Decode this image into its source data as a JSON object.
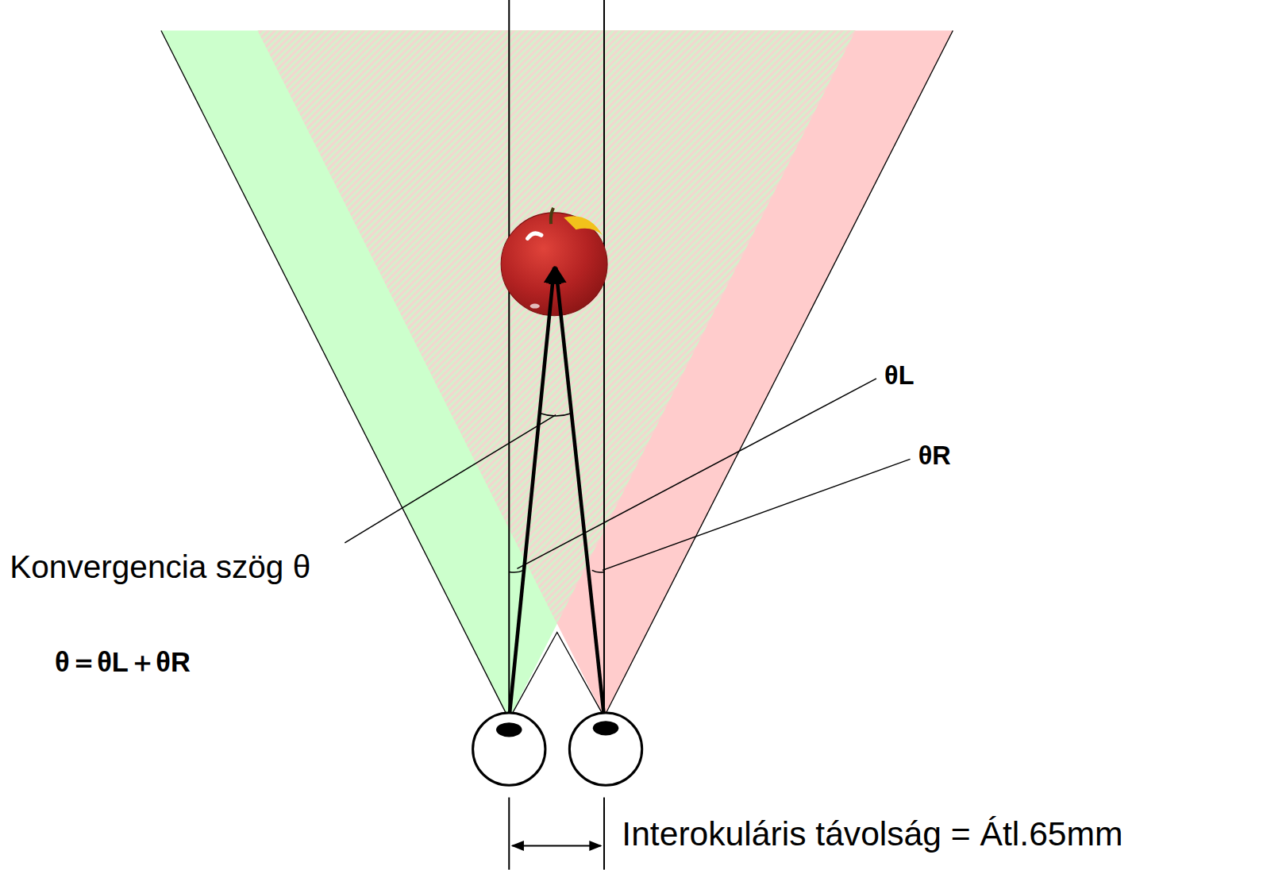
{
  "diagram": {
    "labels": [
      "θL",
      "θR",
      "Konvergencia szög θ",
      "θ＝θL＋θR",
      "Interokuláris távolság = Átl.65mm"
    ]
  }
}
